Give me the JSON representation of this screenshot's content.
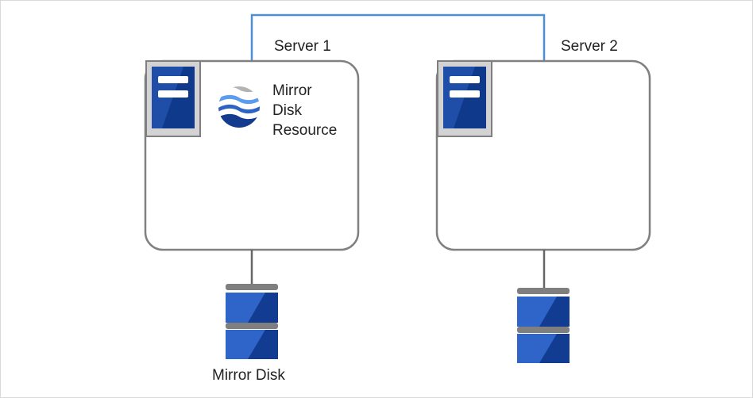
{
  "servers": [
    {
      "label": "Server 1",
      "resource": [
        "Mirror",
        "Disk",
        "Resource"
      ]
    },
    {
      "label": "Server 2"
    }
  ],
  "disks": [
    {
      "label": "Mirror Disk"
    },
    {
      "label": ""
    }
  ],
  "colors": {
    "server_border": "#808080",
    "connector": "#666666",
    "interconnect": "#4f8fcf",
    "node_tile": "#d3d3d3",
    "node_blue": "#1f4ea8",
    "node_dark": "#0f3a8c",
    "disk_light": "#2f64c8",
    "disk_dark": "#123c91",
    "disk_cap": "#7f7f7f",
    "icon_gray": "#b3b3b3",
    "icon_light_blue": "#5b9bf0",
    "icon_blue": "#2e62c5",
    "icon_dark": "#143b8e"
  },
  "icons": [
    "server-node-icon",
    "mirror-disk-resource-icon",
    "disk-icon"
  ]
}
